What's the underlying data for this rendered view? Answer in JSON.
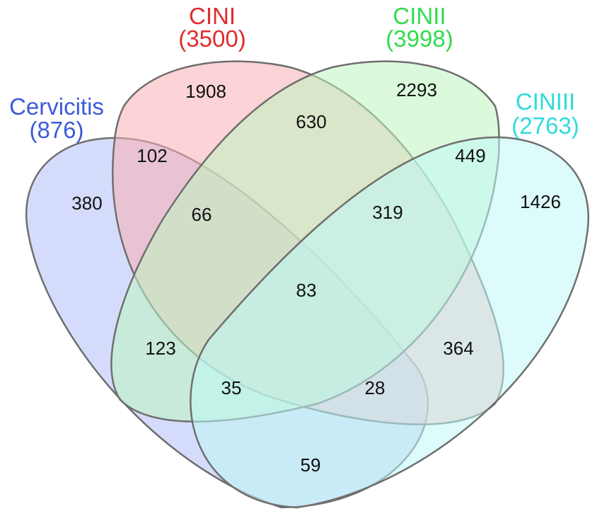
{
  "sets": [
    {
      "id": "cervicitis",
      "name": "Cervicitis",
      "count": "(876)",
      "color": "#3d5bd9",
      "fill": "#b3bff7"
    },
    {
      "id": "cini",
      "name": "CINI",
      "count": "(3500)",
      "color": "#e02b2f",
      "fill": "#f9aeb4"
    },
    {
      "id": "cinii",
      "name": "CINII",
      "count": "(3998)",
      "color": "#2fdc4c",
      "fill": "#bdf6bf"
    },
    {
      "id": "ciniii",
      "name": "CINIII",
      "count": "(2763)",
      "color": "#2fdbdc",
      "fill": "#bff8f6"
    }
  ],
  "regions": [
    {
      "id": "cervicitis-only",
      "sets": [
        "cervicitis"
      ],
      "value": "380"
    },
    {
      "id": "cini-only",
      "sets": [
        "cini"
      ],
      "value": "1908"
    },
    {
      "id": "cinii-only",
      "sets": [
        "cinii"
      ],
      "value": "2293"
    },
    {
      "id": "ciniii-only",
      "sets": [
        "ciniii"
      ],
      "value": "1426"
    },
    {
      "id": "cervicitis-cini",
      "sets": [
        "cervicitis",
        "cini"
      ],
      "value": "102"
    },
    {
      "id": "cini-cinii",
      "sets": [
        "cini",
        "cinii"
      ],
      "value": "630"
    },
    {
      "id": "cinii-ciniii",
      "sets": [
        "cinii",
        "ciniii"
      ],
      "value": "449"
    },
    {
      "id": "cervicitis-cini-cinii",
      "sets": [
        "cervicitis",
        "cini",
        "cinii"
      ],
      "value": "66"
    },
    {
      "id": "cini-cinii-ciniii",
      "sets": [
        "cini",
        "cinii",
        "ciniii"
      ],
      "value": "319"
    },
    {
      "id": "all-four",
      "sets": [
        "cervicitis",
        "cini",
        "cinii",
        "ciniii"
      ],
      "value": "83"
    },
    {
      "id": "cervicitis-cinii",
      "sets": [
        "cervicitis",
        "cinii"
      ],
      "value": "123"
    },
    {
      "id": "cini-ciniii",
      "sets": [
        "cini",
        "ciniii"
      ],
      "value": "364"
    },
    {
      "id": "cervicitis-cinii-ciniii",
      "sets": [
        "cervicitis",
        "cinii",
        "ciniii"
      ],
      "value": "35"
    },
    {
      "id": "cervicitis-cini-ciniii",
      "sets": [
        "cervicitis",
        "cini",
        "ciniii"
      ],
      "value": "28"
    },
    {
      "id": "cervicitis-ciniii",
      "sets": [
        "cervicitis",
        "ciniii"
      ],
      "value": "59"
    }
  ]
}
